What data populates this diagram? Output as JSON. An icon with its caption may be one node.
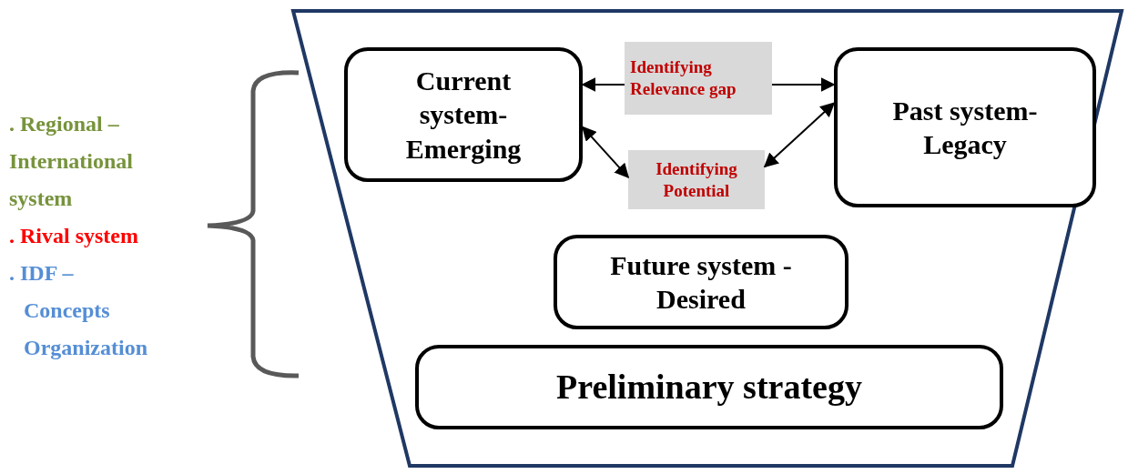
{
  "diagram": {
    "nodes": [
      {
        "text": [],
        "shape": "trapezoid"
      },
      {
        "text": [
          "Current system-Emerging"
        ],
        "in": 0
      },
      {
        "text": [
          "Identifying Relevance gap"
        ],
        "in": 0
      },
      {
        "text": [
          "Past system-Legacy"
        ],
        "in": 0
      },
      {
        "text": [
          "Identifying Potential"
        ],
        "in": 0
      },
      {
        "text": [
          "Future system -Desired"
        ],
        "in": 0
      },
      {
        "text": [
          "Preliminary strategy"
        ],
        "in": 0
      }
    ],
    "edges": [
      {
        "from": 2,
        "to": 1,
        "arrow": "to"
      },
      {
        "from": 2,
        "to": 3,
        "arrow": "to"
      },
      {
        "from": 1,
        "to": 4,
        "arrow": "both"
      },
      {
        "from": 4,
        "to": 3,
        "arrow": "both"
      }
    ],
    "labels": [
      ". Regional – International system",
      ". Rival system",
      ". IDF – Concepts Organization"
    ]
  }
}
